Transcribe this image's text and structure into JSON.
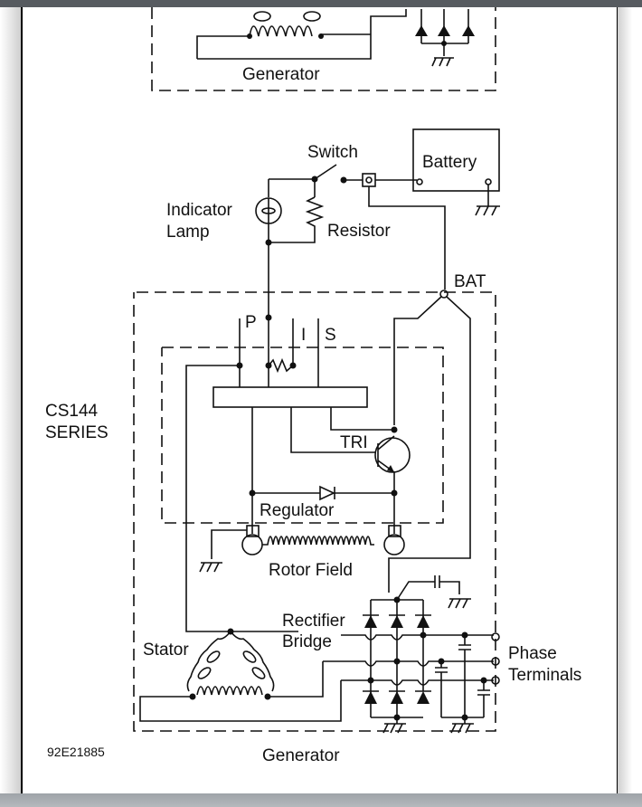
{
  "document": {
    "figure_id": "92E21885",
    "caption_bottom": "Generator",
    "caption_top_partial": "Generator"
  },
  "labels": {
    "switch": "Switch",
    "battery": "Battery",
    "indicator_lamp_line1": "Indicator",
    "indicator_lamp_line2": "Lamp",
    "resistor": "Resistor",
    "bat_terminal": "BAT",
    "terminal_p": "P",
    "terminal_i": "I",
    "terminal_s": "S",
    "series_line1": "CS144",
    "series_line2": "SERIES",
    "transistor": "TRI",
    "regulator": "Regulator",
    "rotor_field": "Rotor Field",
    "rectifier_line1": "Rectifier",
    "rectifier_line2": "Bridge",
    "stator": "Stator",
    "phase_line1": "Phase",
    "phase_line2": "Terminals"
  },
  "colors": {
    "ink": "#111111",
    "paper": "#ffffff",
    "viewer_bar": "#575b60"
  }
}
